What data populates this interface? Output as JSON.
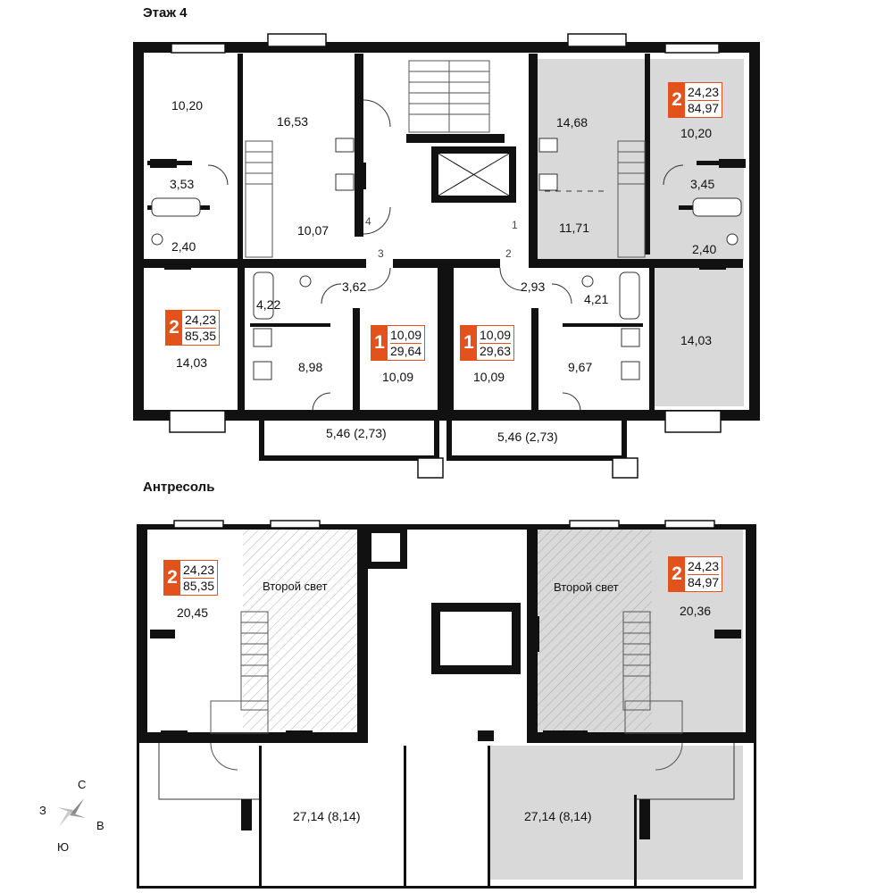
{
  "floor": {
    "title": "Этаж 4",
    "rooms": [
      {
        "id": "r1",
        "value": "10,20"
      },
      {
        "id": "r2",
        "value": "16,53"
      },
      {
        "id": "r3",
        "value": "3,53"
      },
      {
        "id": "r4",
        "value": "2,40"
      },
      {
        "id": "r5",
        "value": "10,07"
      },
      {
        "id": "r6",
        "value": "14,68"
      },
      {
        "id": "r7",
        "value": "10,20"
      },
      {
        "id": "r8",
        "value": "3,45"
      },
      {
        "id": "r9",
        "value": "11,71"
      },
      {
        "id": "r10",
        "value": "2,40"
      },
      {
        "id": "r11",
        "value": "3,62"
      },
      {
        "id": "r12",
        "value": "4,22"
      },
      {
        "id": "r13",
        "value": "14,03"
      },
      {
        "id": "r14",
        "value": "8,98"
      },
      {
        "id": "r15",
        "value": "10,09"
      },
      {
        "id": "r16",
        "value": "10,09"
      },
      {
        "id": "r17",
        "value": "2,93"
      },
      {
        "id": "r18",
        "value": "4,21"
      },
      {
        "id": "r19",
        "value": "9,67"
      },
      {
        "id": "r20",
        "value": "14,03"
      },
      {
        "id": "r21",
        "value": "5,46 (2,73)"
      },
      {
        "id": "r22",
        "value": "5,46 (2,73)"
      }
    ],
    "doors": [
      "1",
      "2",
      "3",
      "4"
    ],
    "badges": [
      {
        "id": "b1",
        "rooms": "2",
        "living": "24,23",
        "total": "84,97"
      },
      {
        "id": "b2",
        "rooms": "2",
        "living": "24,23",
        "total": "85,35"
      },
      {
        "id": "b3",
        "rooms": "1",
        "living": "10,09",
        "total": "29,64"
      },
      {
        "id": "b4",
        "rooms": "1",
        "living": "10,09",
        "total": "29,63"
      }
    ]
  },
  "mezzanine": {
    "title": "Антресоль",
    "rooms": [
      {
        "id": "m1",
        "value": "20,45"
      },
      {
        "id": "m2",
        "value": "20,36"
      },
      {
        "id": "m3",
        "value": "27,14 (8,14)"
      },
      {
        "id": "m4",
        "value": "27,14 (8,14)"
      }
    ],
    "labels": [
      "Второй свет",
      "Второй свет"
    ],
    "badges": [
      {
        "id": "b5",
        "rooms": "2",
        "living": "24,23",
        "total": "85,35"
      },
      {
        "id": "b6",
        "rooms": "2",
        "living": "24,23",
        "total": "84,97"
      }
    ]
  },
  "compass": {
    "north": "С",
    "south": "Ю",
    "west": "З",
    "east": "В"
  },
  "colors": {
    "accent": "#e3521b",
    "wall": "#111111",
    "highlight": "#d9d9d9"
  }
}
